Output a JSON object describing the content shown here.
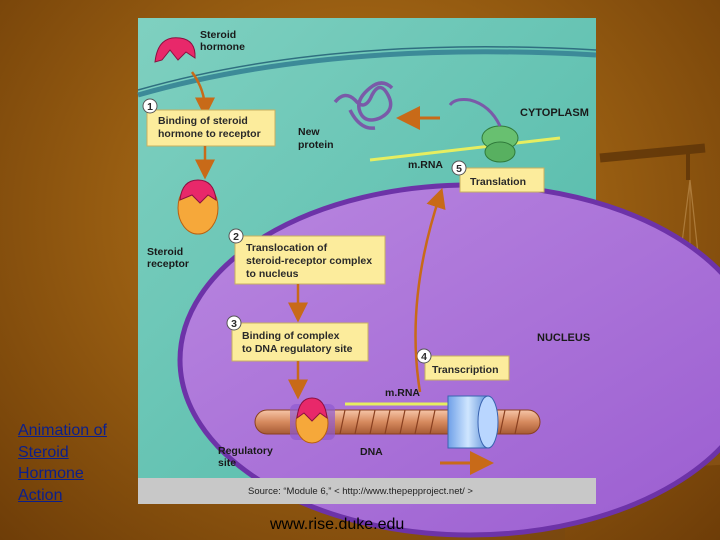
{
  "diagram": {
    "steroid_hormone": [
      "Steroid",
      "hormone"
    ],
    "steroid_receptor": [
      "Steroid",
      "receptor"
    ],
    "new_protein": [
      "New",
      "protein"
    ],
    "cytoplasm": "CYTOPLASM",
    "nucleus": "NUCLEUS",
    "mrna_top": "m.RNA",
    "mrna_bottom": "m.RNA",
    "dna": "DNA",
    "regulatory_site": [
      "Regulatory",
      "site"
    ],
    "steps": [
      {
        "num": "1",
        "lines": [
          "Binding of steroid",
          "hormone to receptor"
        ]
      },
      {
        "num": "2",
        "lines": [
          "Translocation of",
          "steroid-receptor complex",
          "to nucleus"
        ]
      },
      {
        "num": "3",
        "lines": [
          "Binding of complex",
          "to DNA regulatory site"
        ]
      },
      {
        "num": "4",
        "lines": [
          "Transcription"
        ]
      },
      {
        "num": "5",
        "lines": [
          "Translation"
        ]
      }
    ],
    "source": "Source: “Module 6,” < http://www.thepepproject.net/ >"
  },
  "link_text": "Animation of Steroid Hormone Action",
  "footer": "www.rise.duke.edu",
  "colors": {
    "background": "#9a5f12",
    "cytoplasm": "#5cc6b0",
    "nucleus": "#a86fd6",
    "box": "#fcec9c",
    "arrow": "#c86a18",
    "link": "#0b1f8c"
  }
}
